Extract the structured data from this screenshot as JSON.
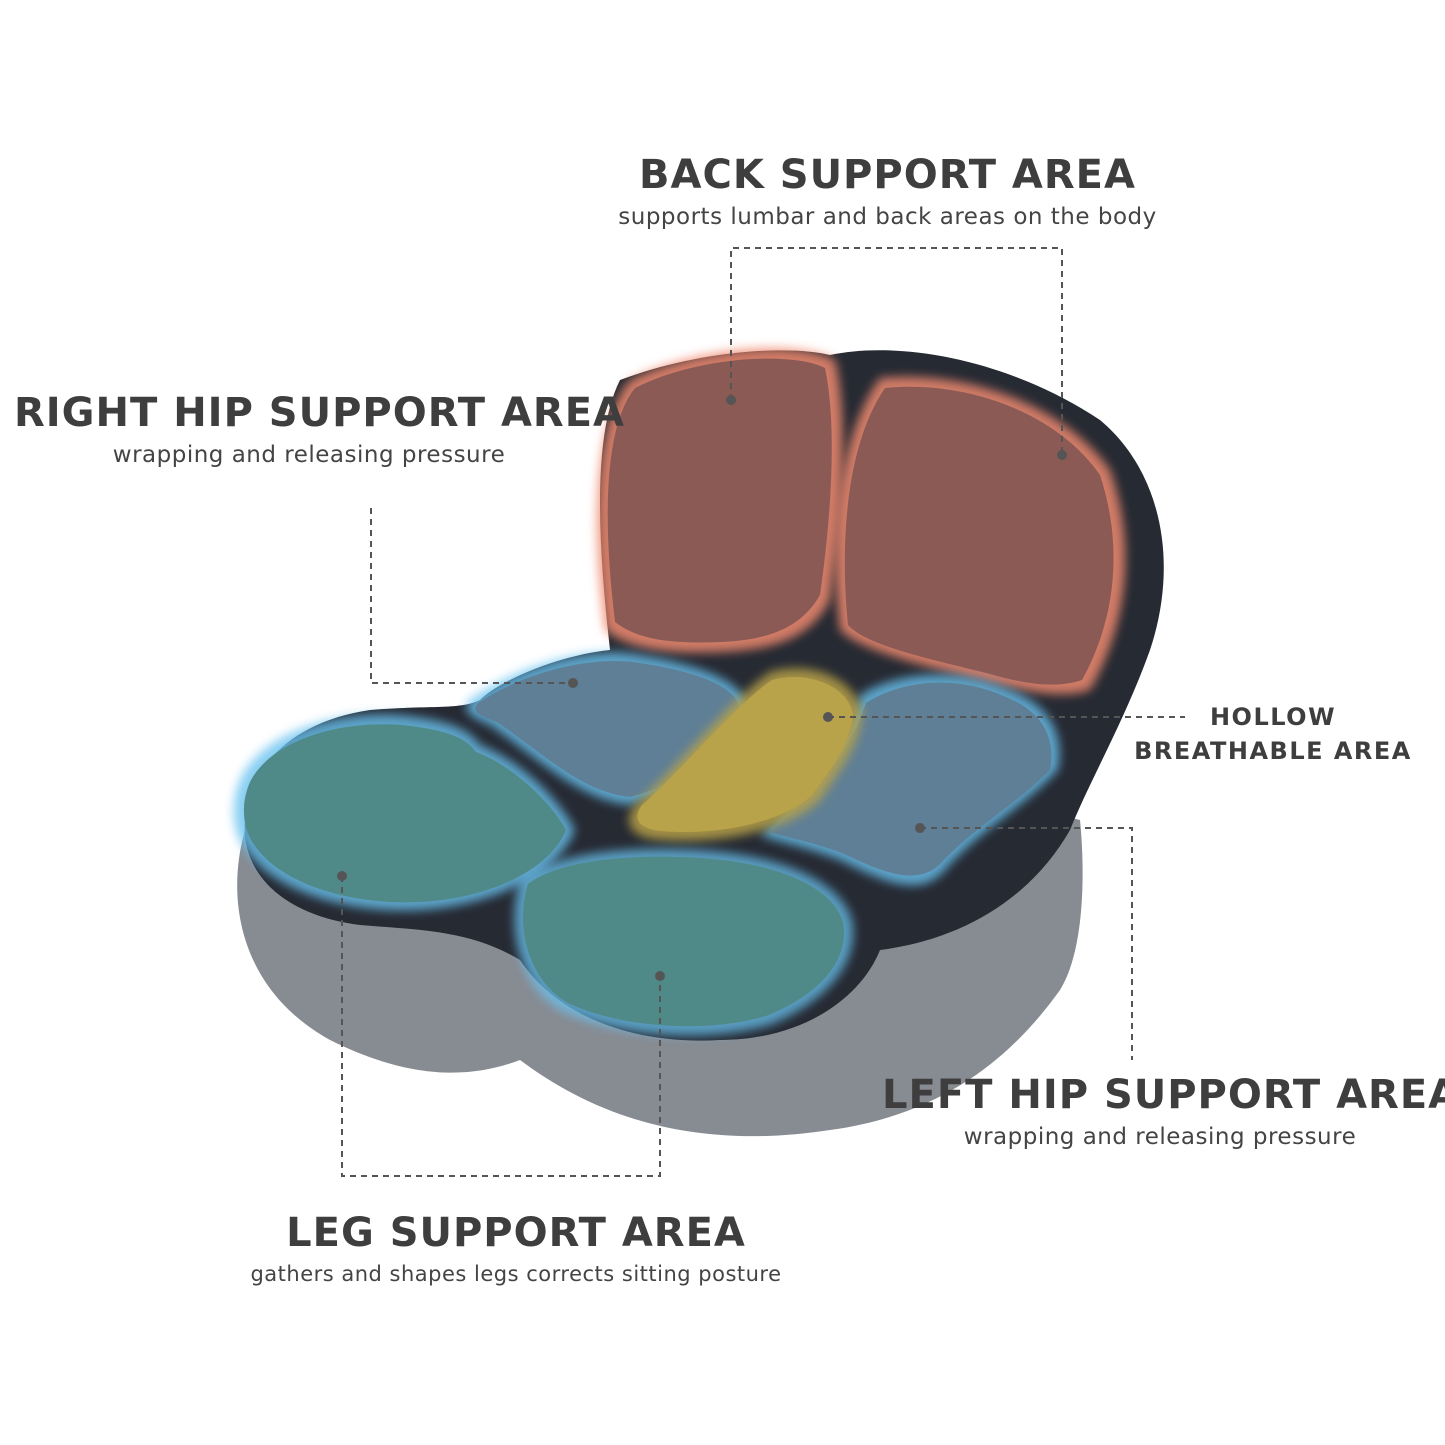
{
  "colors": {
    "back_zone": "#8b5a55",
    "back_glow": "#f08a6f",
    "hip_zone": "#5f7f96",
    "hip_glow": "#6bc3f0",
    "leg_zone": "#4f8a88",
    "hollow_zone": "#b8a24a",
    "cushion_top": "#262a33",
    "cushion_side": "#878b92",
    "leader_line": "#555555"
  },
  "callouts": {
    "back": {
      "title": "BACK SUPPORT AREA",
      "subtitle": "supports lumbar and back areas on the body"
    },
    "right_hip": {
      "title": "RIGHT HIP SUPPORT AREA",
      "subtitle": "wrapping and releasing pressure"
    },
    "hollow": {
      "line1": "HOLLOW",
      "line2": "BREATHABLE AREA"
    },
    "left_hip": {
      "title": "LEFT HIP SUPPORT AREA",
      "subtitle": "wrapping and releasing pressure"
    },
    "leg": {
      "title": "LEG SUPPORT AREA",
      "subtitle": "gathers and shapes legs corrects sitting posture"
    }
  }
}
